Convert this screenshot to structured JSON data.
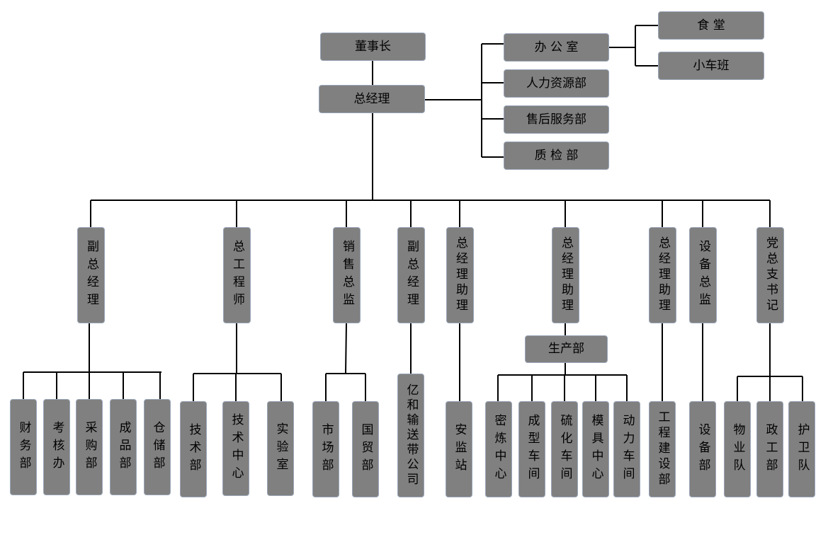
{
  "org": {
    "chairman": "董事长",
    "gm": "总经理",
    "staff": {
      "office": "办 公 室",
      "hr": "人力资源部",
      "after_sales": "售后服务部",
      "qc": "质 检 部"
    },
    "office_sub": {
      "canteen": "食 堂",
      "car_team": "小车班"
    },
    "heads": {
      "vgm1": "副总经理",
      "chief_engineer": "总工程师",
      "sales_director": "销售总监",
      "vgm2": "副总经理",
      "gm_asst1": "总经理助理",
      "gm_asst2": "总经理助理",
      "gm_asst3": "总经理助理",
      "equip_director": "设备总监",
      "party_secretary": "党总支书记"
    },
    "production": "生产部",
    "units": {
      "finance": "财务部",
      "assessment": "考核办",
      "purchasing": "采购部",
      "finished_goods": "成品部",
      "warehouse": "仓储部",
      "tech_dept": "技术部",
      "tech_center": "技术中心",
      "lab": "实验室",
      "market": "市场部",
      "intl_trade": "国贸部",
      "yihe": "亿和输送带公司",
      "safety": "安监站",
      "mixing": "密炼中心",
      "molding": "成型车间",
      "curing": "硫化车间",
      "mold_center": "模具中心",
      "power": "动力车间",
      "construction": "工程建设部",
      "equipment": "设备部",
      "property": "物业队",
      "political": "政工部",
      "guard": "护卫队"
    }
  }
}
